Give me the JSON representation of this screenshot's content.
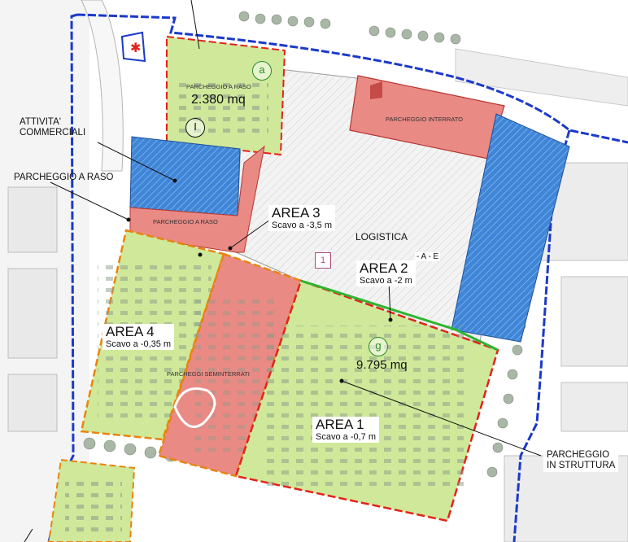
{
  "map": {
    "colors": {
      "parking_green": "#cfe89a",
      "semibasement_red": "#e98a85",
      "commercial_blue": "#3f86d8",
      "logistics_grey": "#e7e7e7",
      "boundary_blue": "#1b39c9",
      "area_red_dash": "#e2231a",
      "area_orange_dash": "#e8840f",
      "area_green_line": "#2fb52f"
    },
    "labels": {
      "parcheggio_raso_top": "PARCHEGGIO A RASO",
      "parcheggio_raso_top_mq": "2.380 mq",
      "tag_a": "a",
      "tag_i": "I",
      "parcheggio_interrato": "PARCHEGGIO INTERRATO",
      "attivita_commerciali": "ATTIVITA'\nCOMMERCIALI",
      "parcheggio_raso_left": "PARCHEGGIO A RASO",
      "parcheggio_raso_small": "PARCHEGGIO A RASO",
      "area3_title": "AREA 3",
      "area3_sub": "Scavo a -3,5 m",
      "logistica": "LOGISTICA",
      "logistica_code": "- A - E",
      "tag_1": "1",
      "area2_title": "AREA 2",
      "area2_sub": "Scavo a -2 m",
      "area4_title": "AREA 4",
      "area4_sub": "Scavo a -0,35 m",
      "tag_g": "g",
      "parcheggio_strutt_mq": "9.795 mq",
      "parcheggi_seminterrati": "PARCHEGGI SEMINTERRATI",
      "area1_title": "AREA 1",
      "area1_sub": "Scavo a -0,7 m",
      "parcheggio_in_struttura": "PARCHEGGIO\nIN STRUTTURA"
    }
  }
}
